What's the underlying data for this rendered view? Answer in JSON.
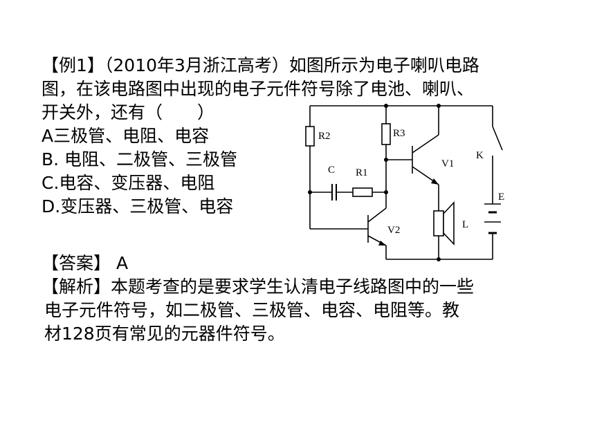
{
  "question": {
    "line1": "【例1】（2010年3月浙江高考）如图所示为电子喇叭电路",
    "line2": "图，在该电路图中出现的电子元件符号除了电池、喇叭、",
    "line3": "开关外，还有（　　）",
    "options": [
      "A三极管、电阻、电容",
      "B. 电阻、二极管、三极管",
      "C.电容、变压器、电阻",
      "D.变压器、三极管、电容"
    ]
  },
  "answer": {
    "label": "【答案】",
    "value": "A"
  },
  "analysis": {
    "line1": "【解析】本题考查的是要求学生认清电子线路图中的一些",
    "line2": "电子元件符号，如二极管、三极管、电容、电阻等。教",
    "line3": "材128页有常见的元器件符号。"
  },
  "circuit": {
    "labels": {
      "r2": "R2",
      "r3": "R3",
      "c": "C",
      "r1": "R1",
      "v1": "V1",
      "v2": "V2",
      "k": "K",
      "e": "E",
      "l": "L"
    }
  }
}
